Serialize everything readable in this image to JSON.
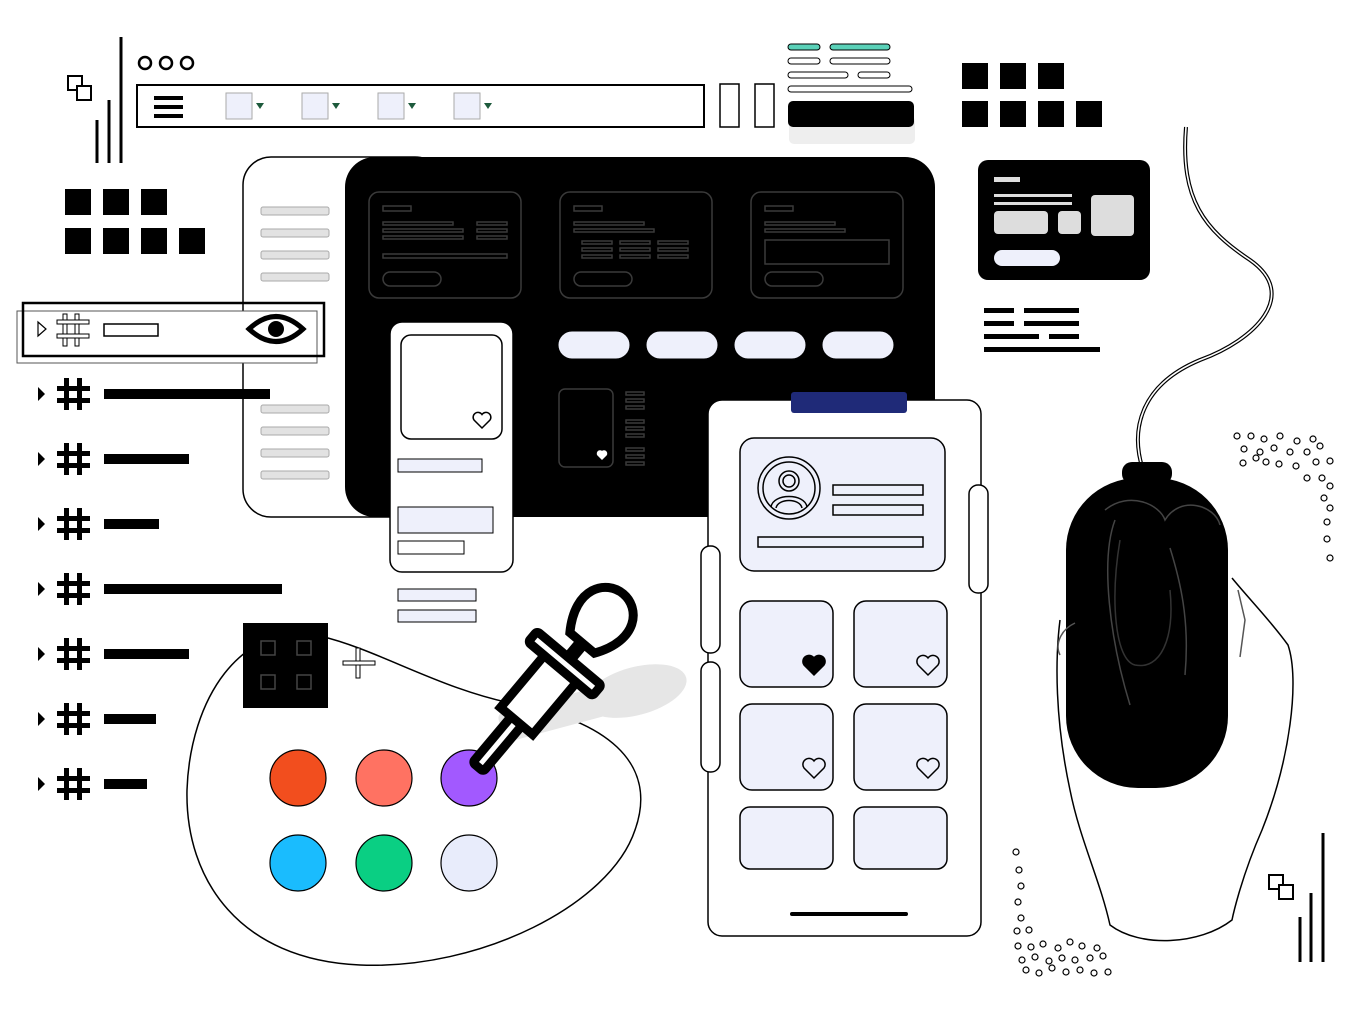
{
  "palette_colors": [
    "#f24e1e",
    "#ff7262",
    "#a259ff",
    "#1abcfe",
    "#0acf83",
    "#e8ecfb"
  ],
  "colors": {
    "ink": "#000000",
    "paper": "#ffffff",
    "lavender": "#eef0fb",
    "navy": "#1f2a78",
    "teal": "#5ad1b8",
    "gray_bar": "#e2e2e2",
    "shadow": "#e6e6e6"
  },
  "layer_rows": [
    {
      "icon": "hash-icon",
      "bar": 0.93
    },
    {
      "icon": "hash-icon",
      "bar": 0.48
    },
    {
      "icon": "hash-icon",
      "bar": 0.31
    },
    {
      "icon": "hash-icon",
      "bar": 1.0
    },
    {
      "icon": "hash-icon",
      "bar": 0.48
    },
    {
      "icon": "hash-icon",
      "bar": 0.29
    },
    {
      "icon": "hash-icon",
      "bar": 0.24
    }
  ],
  "icons": {
    "window_dots": "window-dots-icon",
    "menu": "hamburger-menu-icon",
    "eye": "eye-icon",
    "eyedropper": "eyedropper-icon",
    "profile": "user-avatar-icon",
    "heart": "heart-icon",
    "mouse": "computer-mouse-icon",
    "hand": "hand-icon",
    "component": "component-grid-icon",
    "crosshair": "plus-icon"
  },
  "liked_tile": 0
}
